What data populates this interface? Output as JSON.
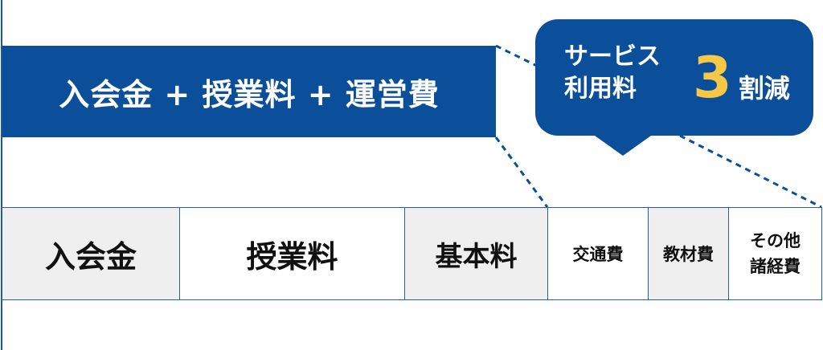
{
  "header_bar": {
    "label": "入会金 + 授業料 + 運営費"
  },
  "bubble": {
    "service_label": "サービス\n利用料",
    "reduction_number": "3",
    "reduction_unit": "割減"
  },
  "cells": [
    {
      "label": "入会金"
    },
    {
      "label": "授業料"
    },
    {
      "label": "基本料"
    },
    {
      "label": "交通費"
    },
    {
      "label": "教材費"
    },
    {
      "label": "その他\n諸経費"
    }
  ],
  "colors": {
    "primary_blue": "#0b4f9b",
    "accent_yellow": "#f7c845",
    "cell_gray": "#efefef"
  }
}
